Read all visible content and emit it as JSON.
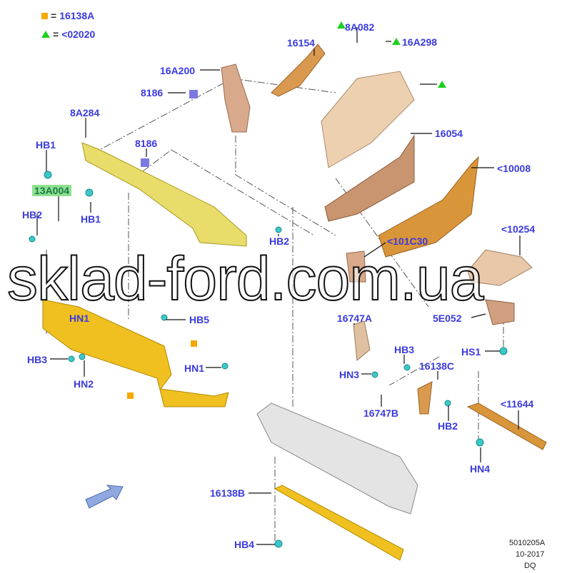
{
  "legend": [
    {
      "symbol": "orange-square",
      "text": "16138A",
      "color": "#f5a800"
    },
    {
      "symbol": "green-triangle",
      "text": "<02020",
      "color": "#1ed01e"
    }
  ],
  "legend_eq": "=",
  "labels": {
    "l16A200": "16A200",
    "l8186a": "8186",
    "l8A284": "8A284",
    "l8186b": "8186",
    "lHB1a": "HB1",
    "l13A004": "13A004",
    "lHB1b": "HB1",
    "lHB2a": "HB2",
    "lHB2b": "HB2",
    "lHN1a": "HN1",
    "lHB5": "HB5",
    "lHB3a": "HB3",
    "lHN2": "HN2",
    "lHN1b": "HN1",
    "l8A082": "8A082",
    "l16154": "16154",
    "l16A298": "16A298",
    "l16054": "16054",
    "l10008": "<10008",
    "l10254": "<10254",
    "l10130": "<101C30",
    "l16747A": "16747A",
    "l5E052": "5E052",
    "lHS1": "HS1",
    "lHB3b": "HB3",
    "l16138C": "16138C",
    "lHN3": "HN3",
    "l16747B": "16747B",
    "l11644": "<11644",
    "lHB2c": "HB2",
    "lHN4": "HN4",
    "l16138B": "16138B",
    "lHB4": "HB4"
  },
  "watermark": "sklad-ford.com.ua",
  "footer": {
    "code": "5010205A",
    "date": "10-2017",
    "initials": "DQ"
  }
}
